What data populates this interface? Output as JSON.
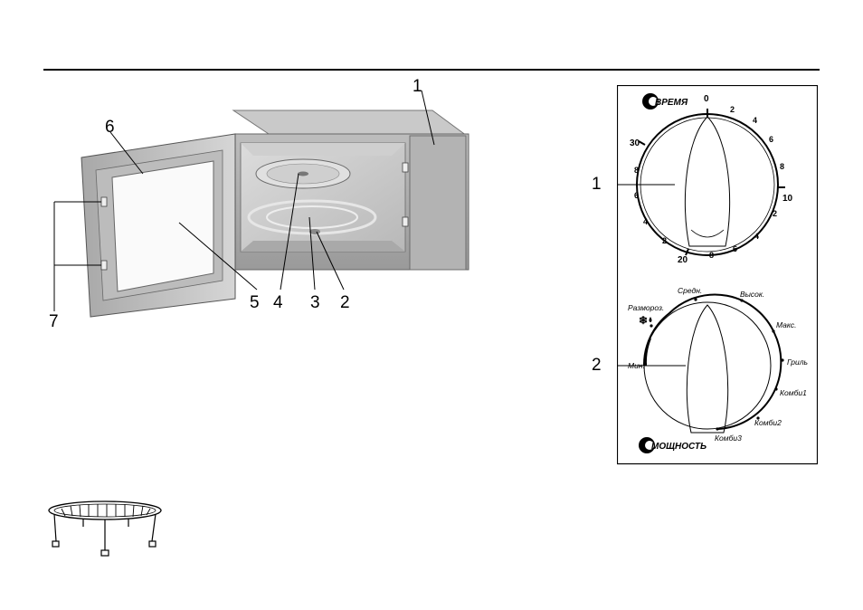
{
  "oven_callouts": {
    "n1": "1",
    "n2": "2",
    "n3": "3",
    "n4": "4",
    "n5": "5",
    "n6": "6",
    "n7": "7"
  },
  "panel_callouts": {
    "n1": "1",
    "n2": "2"
  },
  "time_dial": {
    "title": "ВРЕМЯ",
    "marks": {
      "m0": "0",
      "m2a": "2",
      "m4a": "4",
      "m6a": "6",
      "m8a": "8",
      "m10": "10",
      "m2b": "2",
      "m4b": "4",
      "m6b": "6",
      "m8b": "8",
      "m20": "20",
      "m2c": "2",
      "m4c": "4",
      "m6c": "6",
      "m8c": "8",
      "m30": "30"
    }
  },
  "power_dial": {
    "title": "МОЩНОСТЬ",
    "labels": {
      "defrost": "Размороз.",
      "min": "Мин.",
      "medium": "Средн.",
      "high": "Высок.",
      "max": "Макс.",
      "grill": "Гриль",
      "combi1": "Комби1",
      "combi2": "Комби2",
      "combi3": "Комби3"
    }
  },
  "icons": {
    "defrost": "snowflake-drop-icon",
    "time": "clock-icon",
    "power": "power-icon"
  }
}
